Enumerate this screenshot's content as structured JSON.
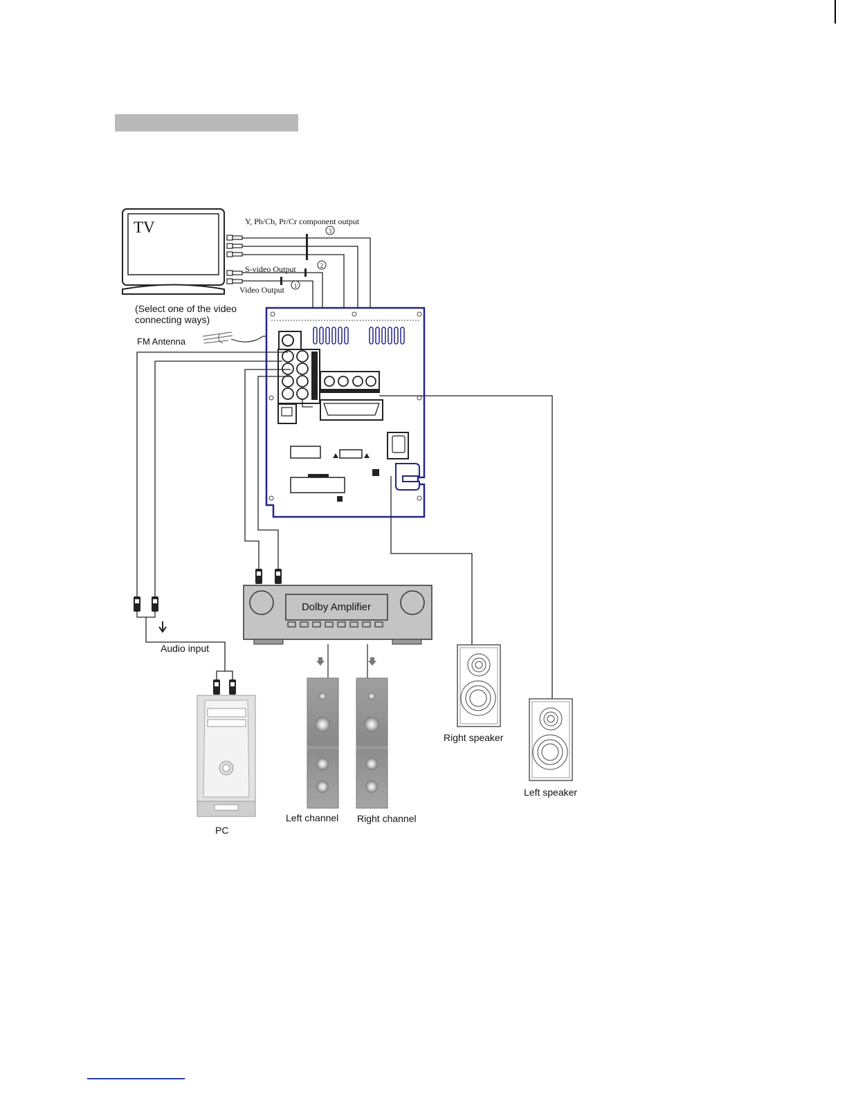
{
  "tv": {
    "label": "TV"
  },
  "outputs": {
    "component": "Y, Pb/Cb, Pr/Cr component output",
    "component_num": "3",
    "svideo": "S-video Output",
    "svideo_num": "2",
    "video": "Video Output",
    "video_num": "1"
  },
  "note_line1": "(Select one of the video",
  "note_line2": "connecting ways)",
  "fm_antenna": "FM Antenna",
  "amplifier": {
    "label": "Dolby Amplifier"
  },
  "audio_input": "Audio input",
  "devices": {
    "pc": "PC",
    "left_channel": "Left channel",
    "right_channel": "Right channel",
    "right_speaker": "Right speaker",
    "left_speaker": "Left speaker"
  },
  "colors": {
    "panel_outline": "#23238c",
    "header_bar": "#b9b9b9",
    "footer_rule": "#2a3fb8"
  }
}
